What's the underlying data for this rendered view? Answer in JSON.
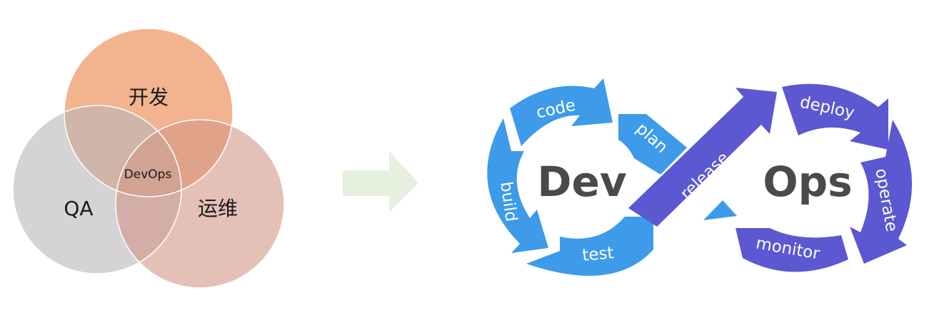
{
  "venn": {
    "dev_label": "开发",
    "qa_label": "QA",
    "ops_label": "运维",
    "center_label": "DevOps"
  },
  "arrow": {
    "icon": "right-arrow-icon"
  },
  "infinity": {
    "dev_title": "Dev",
    "ops_title": "Ops",
    "segments": {
      "code": "code",
      "plan": "plan",
      "build": "build",
      "test": "test",
      "release": "release",
      "deploy": "deploy",
      "operate": "operate",
      "monitor": "monitor"
    },
    "colors": {
      "dev": "#3d9be9",
      "ops": "#5b58d1",
      "venn_dev": "#f0a67a",
      "venn_qa": "#c5c2c6",
      "venn_ops": "#d9a89c",
      "arrow": "#e6f0df"
    }
  }
}
